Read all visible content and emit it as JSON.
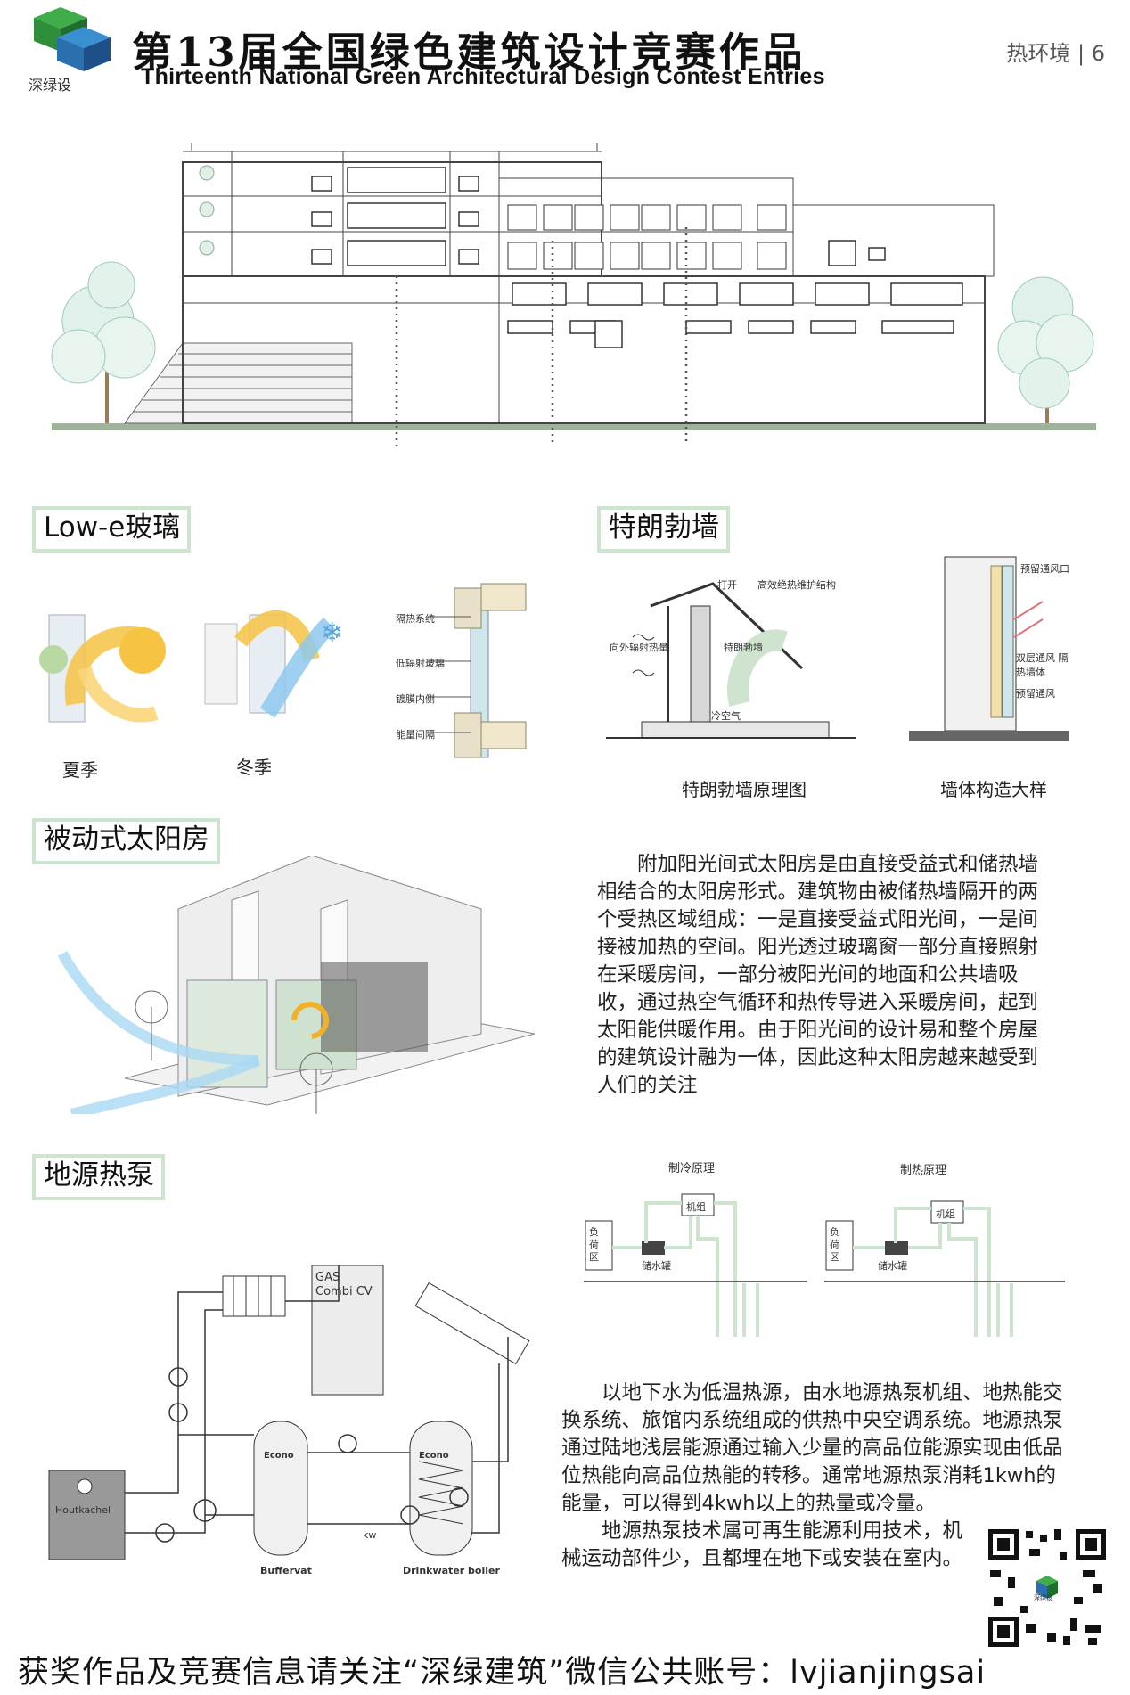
{
  "header": {
    "title": "第13届全国绿色建筑设计竞赛作品",
    "subtitle": "Thirteenth National Green Architectural Design Contest Entries",
    "section": "热环境 | 6",
    "logo_text": "深绿设"
  },
  "sections": {
    "lowe": {
      "label": "Low-e玻璃",
      "summer": "夏季",
      "winter": "冬季",
      "frame_labels": [
        "隔热系统",
        "低辐射玻璃",
        "镀膜内侧",
        "能量间隔"
      ]
    },
    "trombe": {
      "label": "特朗勃墙",
      "caption_left": "特朗勃墙原理图",
      "caption_right": "墙体构造大样",
      "left_labels": {
        "open": "打开",
        "envelope": "高效绝热维护结构",
        "radiation": "向外辐射热量",
        "wall": "特朗勃墙",
        "cold": "冷空气"
      },
      "right_labels": {
        "vent_top": "预留通风口",
        "double": "双层通风 隔热墙体",
        "vent_bottom": "预留通风"
      }
    },
    "sunroom": {
      "label": "被动式太阳房",
      "paragraph": "附加阳光间式太阳房是由直接受益式和储热墙相结合的太阳房形式。建筑物由被储热墙隔开的两个受热区域组成：一是直接受益式阳光间，一是间接被加热的空间。阳光透过玻璃窗一部分直接照射在采暖房间，一部分被阳光间的地面和公共墙吸收，通过热空气循环和热传导进入采暖房间，起到太阳能供暖作用。由于阳光间的设计易和整个房屋的建筑设计融为一体，因此这种太阳房越来越受到人们的关注"
    },
    "heatpump": {
      "label": "地源热泵",
      "cooling_title": "制冷原理",
      "heating_title": "制热原理",
      "unit": "机组",
      "load": "负荷区",
      "tank": "储水罐",
      "diagram_labels": {
        "gas": "GAS",
        "combi": "Combi CV",
        "econo": "Econo",
        "houtkachel": "Houtkachel",
        "buffervat": "Buffervat",
        "boiler": "Drinkwater boiler",
        "kw": "kw"
      },
      "paragraph1": "以地下水为低温热源，由水地源热泵机组、地热能交换系统、旅馆内系统组成的供热中央空调系统。地源热泵通过陆地浅层能源通过输入少量的高品位能源实现由低品位热能向高品位热能的转移。通常地源热泵消耗1kwh的能量，可以得到4kwh以上的热量或冷量。",
      "paragraph2": "地源热泵技术属可再生能源利用技术，机械运动部件少，且都埋在地下或安装在室内。"
    }
  },
  "qr_label": "深绿设",
  "footer": "获奖作品及竞赛信息请关注“深绿建筑”微信公共账号：lvjianjingsai",
  "colors": {
    "accent_green": "#cfe4cf",
    "logo_green": "#2e9a3c",
    "logo_blue": "#2a7bbd",
    "sun": "#f6c343",
    "cold": "#8ec8ee"
  }
}
